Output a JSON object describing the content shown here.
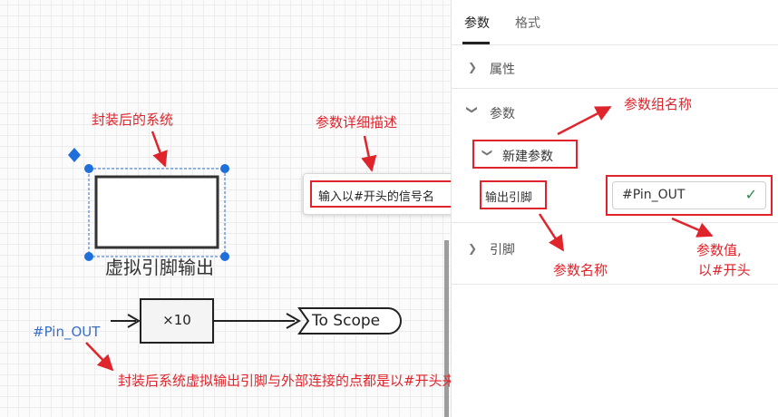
{
  "canvas": {
    "block_label": "虚拟引脚输出",
    "pin_label": "#Pin_OUT",
    "gain_label": "×10",
    "scope_label": "To Scope",
    "tooltip_text": "输入以#开头的信号名"
  },
  "annotations": {
    "encapsulated_system": "封装后的系统",
    "param_description": "参数详细描述",
    "param_group_name": "参数组名称",
    "param_name": "参数名称",
    "param_value_line1": "参数值,",
    "param_value_line2": "以#开头",
    "bottom_note": "封装后系统虚拟输出引脚与外部连接的点都是以#开头来识别的"
  },
  "panel": {
    "tabs": [
      {
        "label": "参数",
        "active": true
      },
      {
        "label": "格式",
        "active": false
      }
    ],
    "sections": {
      "properties": "属性",
      "parameters": "参数",
      "pins": "引脚"
    },
    "group_name": "新建参数",
    "param_label": "输出引脚",
    "param_value": "#Pin_OUT",
    "check_icon": "✓"
  },
  "colors": {
    "annotation_red": "#e0242b",
    "handle_blue": "#1e6fd9",
    "pin_text_blue": "#3a6fc8",
    "active_tab": "#222222",
    "check_green": "#2a8a45"
  }
}
